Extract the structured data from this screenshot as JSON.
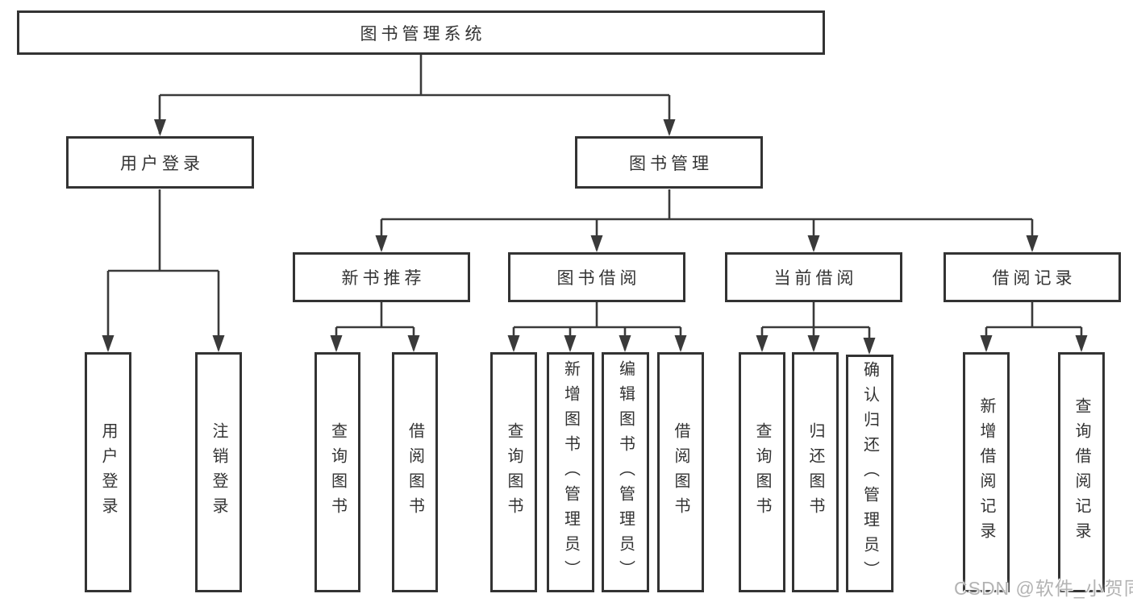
{
  "diagram": {
    "title": "图书管理系统",
    "level2": [
      {
        "label": "用户登录"
      },
      {
        "label": "图书管理"
      }
    ],
    "level3": [
      {
        "label": "新书推荐"
      },
      {
        "label": "图书借阅"
      },
      {
        "label": "当前借阅"
      },
      {
        "label": "借阅记录"
      }
    ],
    "leaves": [
      {
        "label": "用户登录"
      },
      {
        "label": "注销登录"
      },
      {
        "label": "查询图书"
      },
      {
        "label": "借阅图书"
      },
      {
        "label": "查询图书"
      },
      {
        "label": "新增图书（管理员）"
      },
      {
        "label": "编辑图书（管理员）"
      },
      {
        "label": "借阅图书"
      },
      {
        "label": "查询图书"
      },
      {
        "label": "归还图书"
      },
      {
        "label": "确认归还（管理员）"
      },
      {
        "label": "新增借阅记录"
      },
      {
        "label": "查询借阅记录"
      }
    ],
    "structure": {
      "图书管理系统": [
        "用户登录",
        "图书管理"
      ],
      "用户登录": [
        "用户登录",
        "注销登录"
      ],
      "图书管理": [
        "新书推荐",
        "图书借阅",
        "当前借阅",
        "借阅记录"
      ],
      "新书推荐": [
        "查询图书",
        "借阅图书"
      ],
      "图书借阅": [
        "查询图书",
        "新增图书（管理员）",
        "编辑图书（管理员）",
        "借阅图书"
      ],
      "当前借阅": [
        "查询图书",
        "归还图书",
        "确认归还（管理员）"
      ],
      "借阅记录": [
        "新增借阅记录",
        "查询借阅记录"
      ]
    },
    "watermark": "CSDN @软件_小贺同学",
    "colors": {
      "line": "#3a3a3a",
      "border": "#333333",
      "text": "#333333",
      "background": "#ffffff",
      "watermark_text": "#b3b3b3"
    }
  }
}
